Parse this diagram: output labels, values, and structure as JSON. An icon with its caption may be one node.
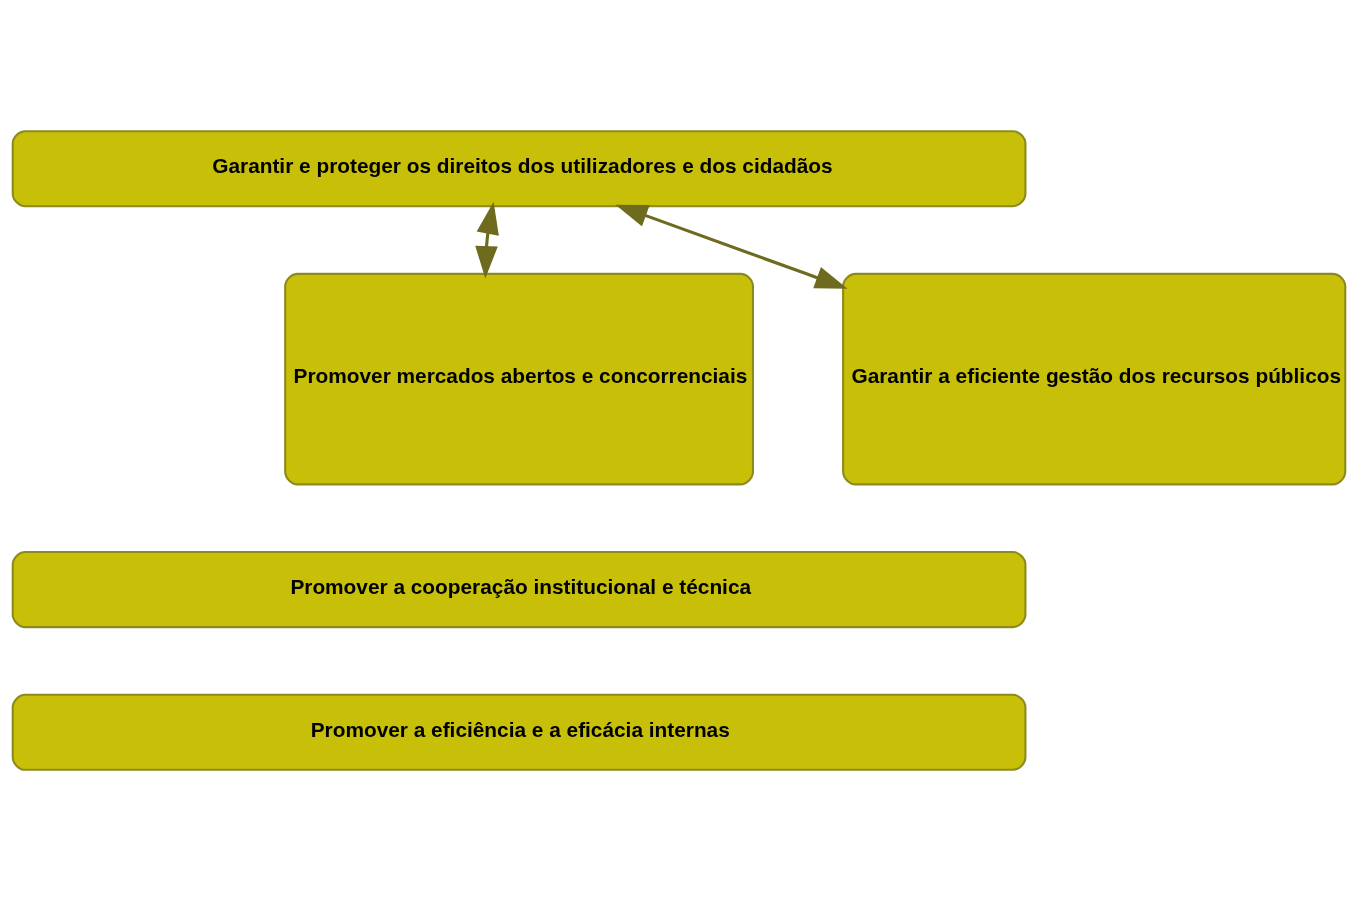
{
  "diagram": {
    "nodes": [
      {
        "text": [
          "Garantir e proteger os direitos dos utilizadores e dos cidadãos"
        ]
      },
      {
        "text": [
          "Promover mercados abertos e concorrenciais"
        ]
      },
      {
        "text": [
          "Garantir a eficiente gestão dos recursos públicos"
        ]
      },
      {
        "text": [
          "Promover a cooperação institucional e técnica"
        ]
      },
      {
        "text": [
          "Promover a eficiência e a eficácia internas"
        ]
      }
    ],
    "edges": [
      {
        "from": 0,
        "to": 1,
        "arrow": "both"
      },
      {
        "from": 0,
        "to": 2,
        "arrow": "both"
      }
    ]
  }
}
